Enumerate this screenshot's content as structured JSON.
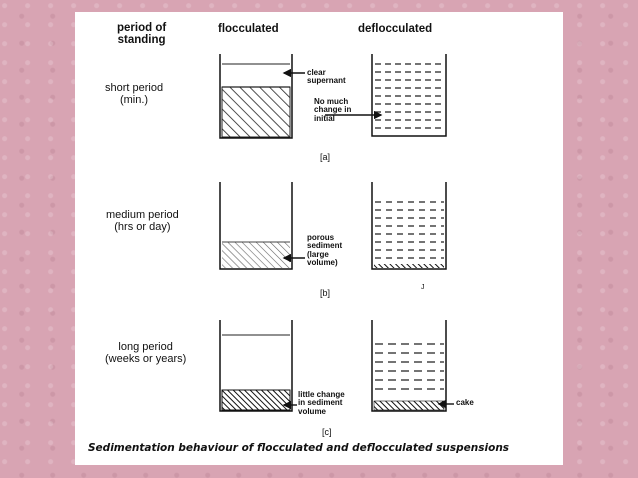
{
  "headers": {
    "period": "period of\nstanding",
    "flocculated": "flocculated",
    "deflocculated": "deflocculated"
  },
  "rows": [
    {
      "label": "short period\n(min.)",
      "figure": "[a]"
    },
    {
      "label": "medium period\n(hrs or day)",
      "figure": "[b]"
    },
    {
      "label": "long period\n(weeks or years)",
      "figure": "[c]"
    }
  ],
  "annotations": {
    "clear_supernant": "clear\nsupernant",
    "no_much_change": "No much\nchange in\ninitial",
    "porous_sediment": "porous\nsediment\n(large\nvolume)",
    "little_change": "little change\nin sediment\nvolume",
    "cake": "cake",
    "stray_mark": "J"
  },
  "caption": "Sedimentation behaviour of flocculated and deflocculated suspensions",
  "colors": {
    "background": "#d8a4b3",
    "panel": "#ffffff",
    "ink": "#111111"
  }
}
